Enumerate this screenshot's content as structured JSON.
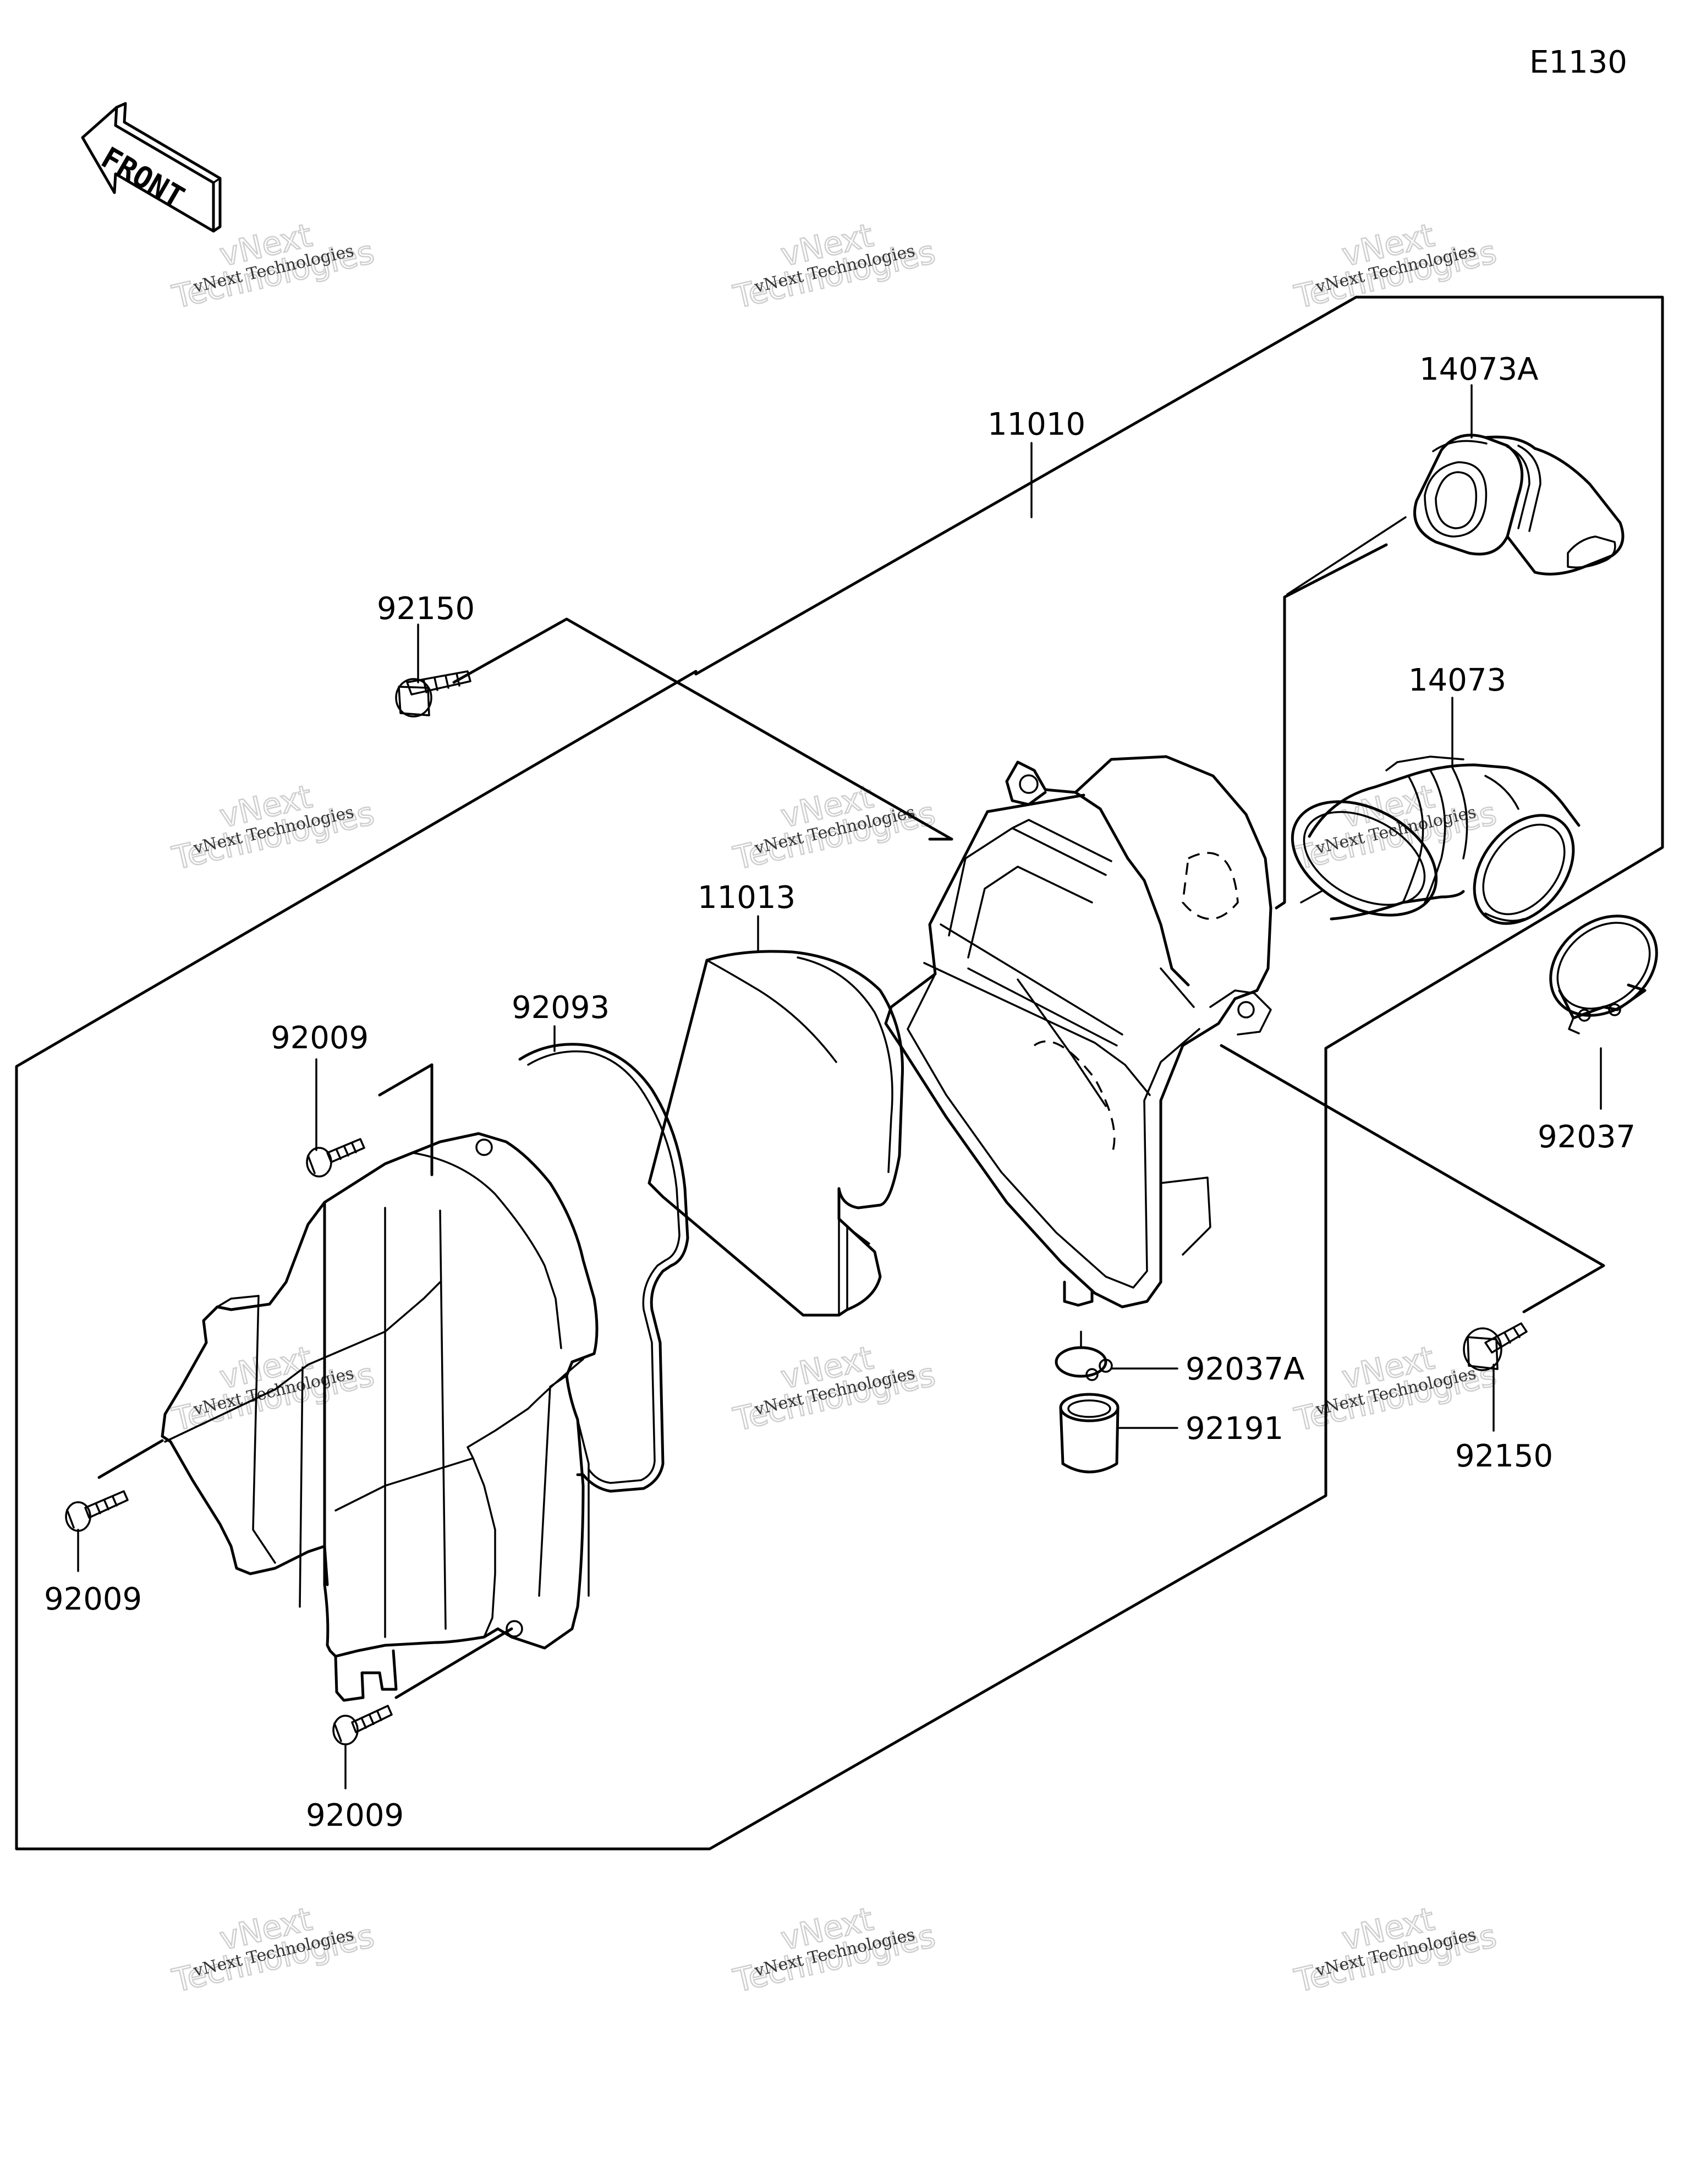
{
  "diagram_code": "E1130",
  "front_badge": "FRONT",
  "watermark": {
    "brand": "vNext",
    "word": "Technologies",
    "caption": "vNext Technologies"
  },
  "part_labels": {
    "p11010": "11010",
    "p14073a": "14073A",
    "p14073": "14073",
    "p92150_top": "92150",
    "p92150_right": "92150",
    "p11013": "11013",
    "p92093": "92093",
    "p92009_a": "92009",
    "p92009_b": "92009",
    "p92009_c": "92009",
    "p92037": "92037",
    "p92037a": "92037A",
    "p92191": "92191"
  }
}
